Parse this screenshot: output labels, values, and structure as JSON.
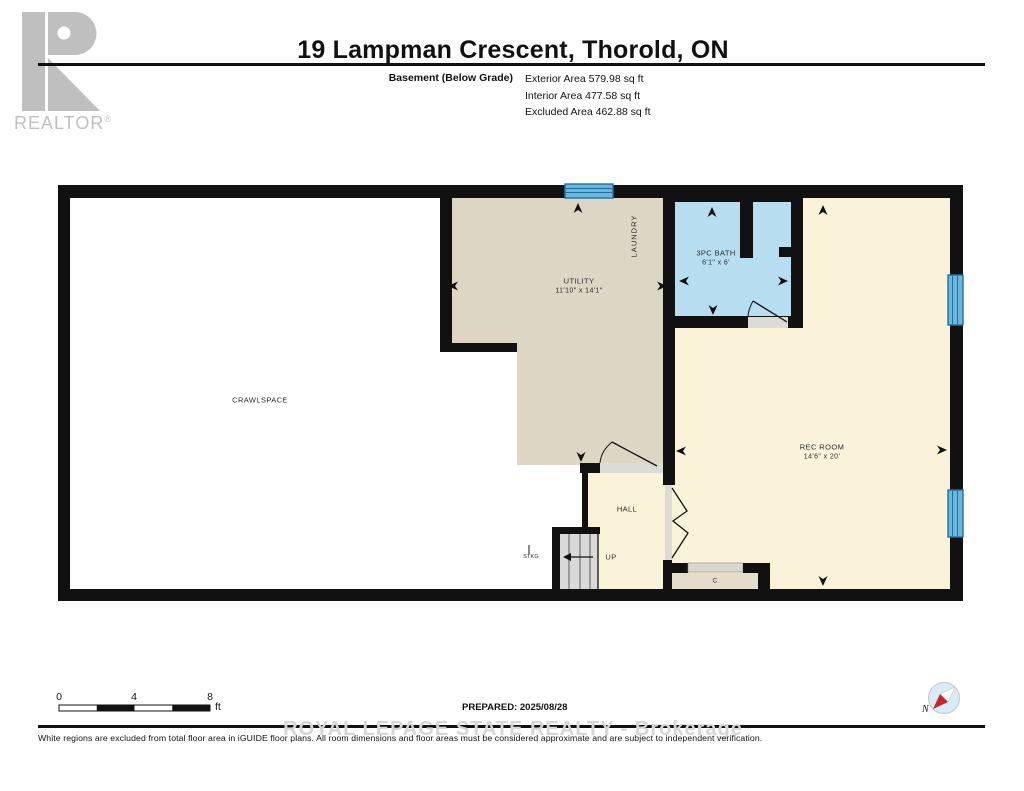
{
  "theme": {
    "wall": "#111111",
    "beige": "#ded6c4",
    "cream": "#faf3da",
    "bath_blue": "#b7ddf1",
    "window_fill": "#6cb6dc",
    "window_line": "#1d6fa3",
    "stairs_gray": "#d9d9d9",
    "door_gray": "#dcdcd6",
    "logo_gray": "#bfbfbf",
    "watermark_gray": "#d6d6d6"
  },
  "header": {
    "title": "19 Lampman Crescent, Thorold, ON",
    "floor_label": "Basement (Below Grade)",
    "exterior_area": "Exterior Area 579.98 sq ft",
    "interior_area": "Interior Area 477.58 sq ft",
    "excluded_area": "Excluded Area 462.88 sq ft"
  },
  "logo": {
    "brand": "REALTOR",
    "registered": "®"
  },
  "rooms": {
    "crawlspace": "CRAWLSPACE",
    "utility_name": "UTILITY",
    "utility_dims": "11'10\" x 14'1\"",
    "laundry": "LAUNDRY",
    "bath_name": "3PC BATH",
    "bath_dims": "6'1\" x 6'",
    "rec_name": "REC ROOM",
    "rec_dims": "14'6\" x 20'",
    "hall": "HALL",
    "up": "UP",
    "stkg": "STKG",
    "closet": "C"
  },
  "footer": {
    "scale_0": "0",
    "scale_4": "4",
    "scale_8": "8",
    "scale_unit": "ft",
    "prepared": "PREPARED: 2025/08/28",
    "watermark": "ROYAL LEPAGE STATE REALTY - Brokerage",
    "disclaimer": "White regions are excluded from total floor area in iGUIDE floor plans. All room dimensions and floor areas must be considered approximate and are subject to independent verification.",
    "compass_north": "N"
  }
}
